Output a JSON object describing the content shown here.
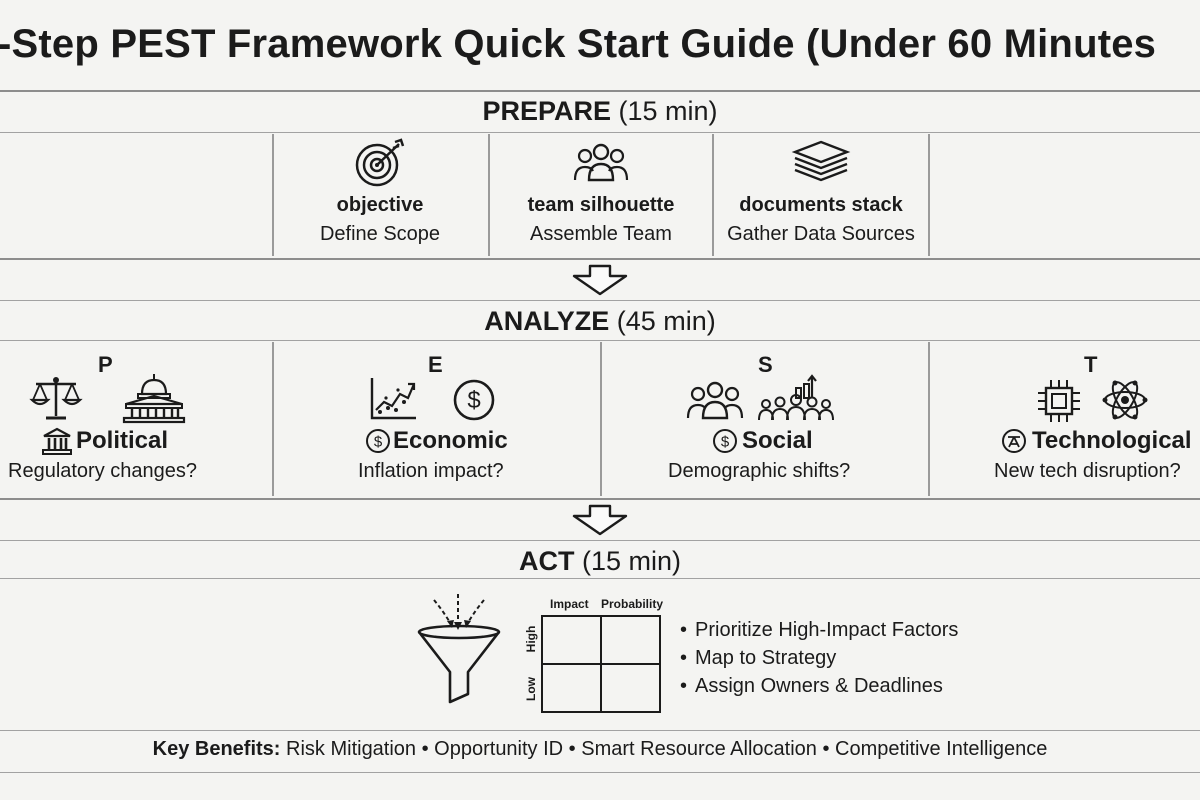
{
  "title": "-Step PEST Framework Quick Start Guide (Under 60 Minutes",
  "prepare": {
    "label": "PREPARE",
    "duration": "(15 min)",
    "steps": [
      {
        "icon": "target-icon",
        "title": "objective",
        "subtitle": "Define Scope"
      },
      {
        "icon": "team-icon",
        "title": "team silhouette",
        "subtitle": "Assemble Team"
      },
      {
        "icon": "documents-stack-icon",
        "title": "documents stack",
        "subtitle": "Gather Data Sources"
      }
    ]
  },
  "analyze": {
    "label": "ANALYZE",
    "duration": "(45 min)",
    "factors": [
      {
        "letter": "P",
        "name": "Political",
        "question": "Regulatory changes?",
        "icons": [
          "scales-icon",
          "capitol-icon",
          "government-building-icon"
        ]
      },
      {
        "letter": "E",
        "name": "Economic",
        "question": "Inflation impact?",
        "icons": [
          "trend-chart-icon",
          "dollar-circle-icon",
          "dollar-circle-icon"
        ]
      },
      {
        "letter": "S",
        "name": "Social",
        "question": "Demographic shifts?",
        "icons": [
          "people-group-icon",
          "people-growth-icon",
          "dollar-circle-icon"
        ]
      },
      {
        "letter": "T",
        "name": "Technological",
        "question": "New tech disruption?",
        "icons": [
          "chip-icon",
          "atom-icon",
          "tech-badge-icon"
        ]
      }
    ]
  },
  "act": {
    "label": "ACT",
    "duration": "(15 min)",
    "matrix": {
      "column_headers": [
        "Impact",
        "Probability"
      ],
      "row_headers": [
        "High",
        "Low"
      ]
    },
    "actions": [
      "Prioritize High-Impact Factors",
      "Map to Strategy",
      "Assign Owners & Deadlines"
    ]
  },
  "footer": {
    "label": "Key Benefits:",
    "text": "Risk Mitigation • Opportunity ID • Smart Resource Allocation • Competitive Intelligence"
  },
  "colors": {
    "background": "#f4f4f2",
    "ink": "#1b1b1b",
    "rule": "#8d8d8d"
  }
}
